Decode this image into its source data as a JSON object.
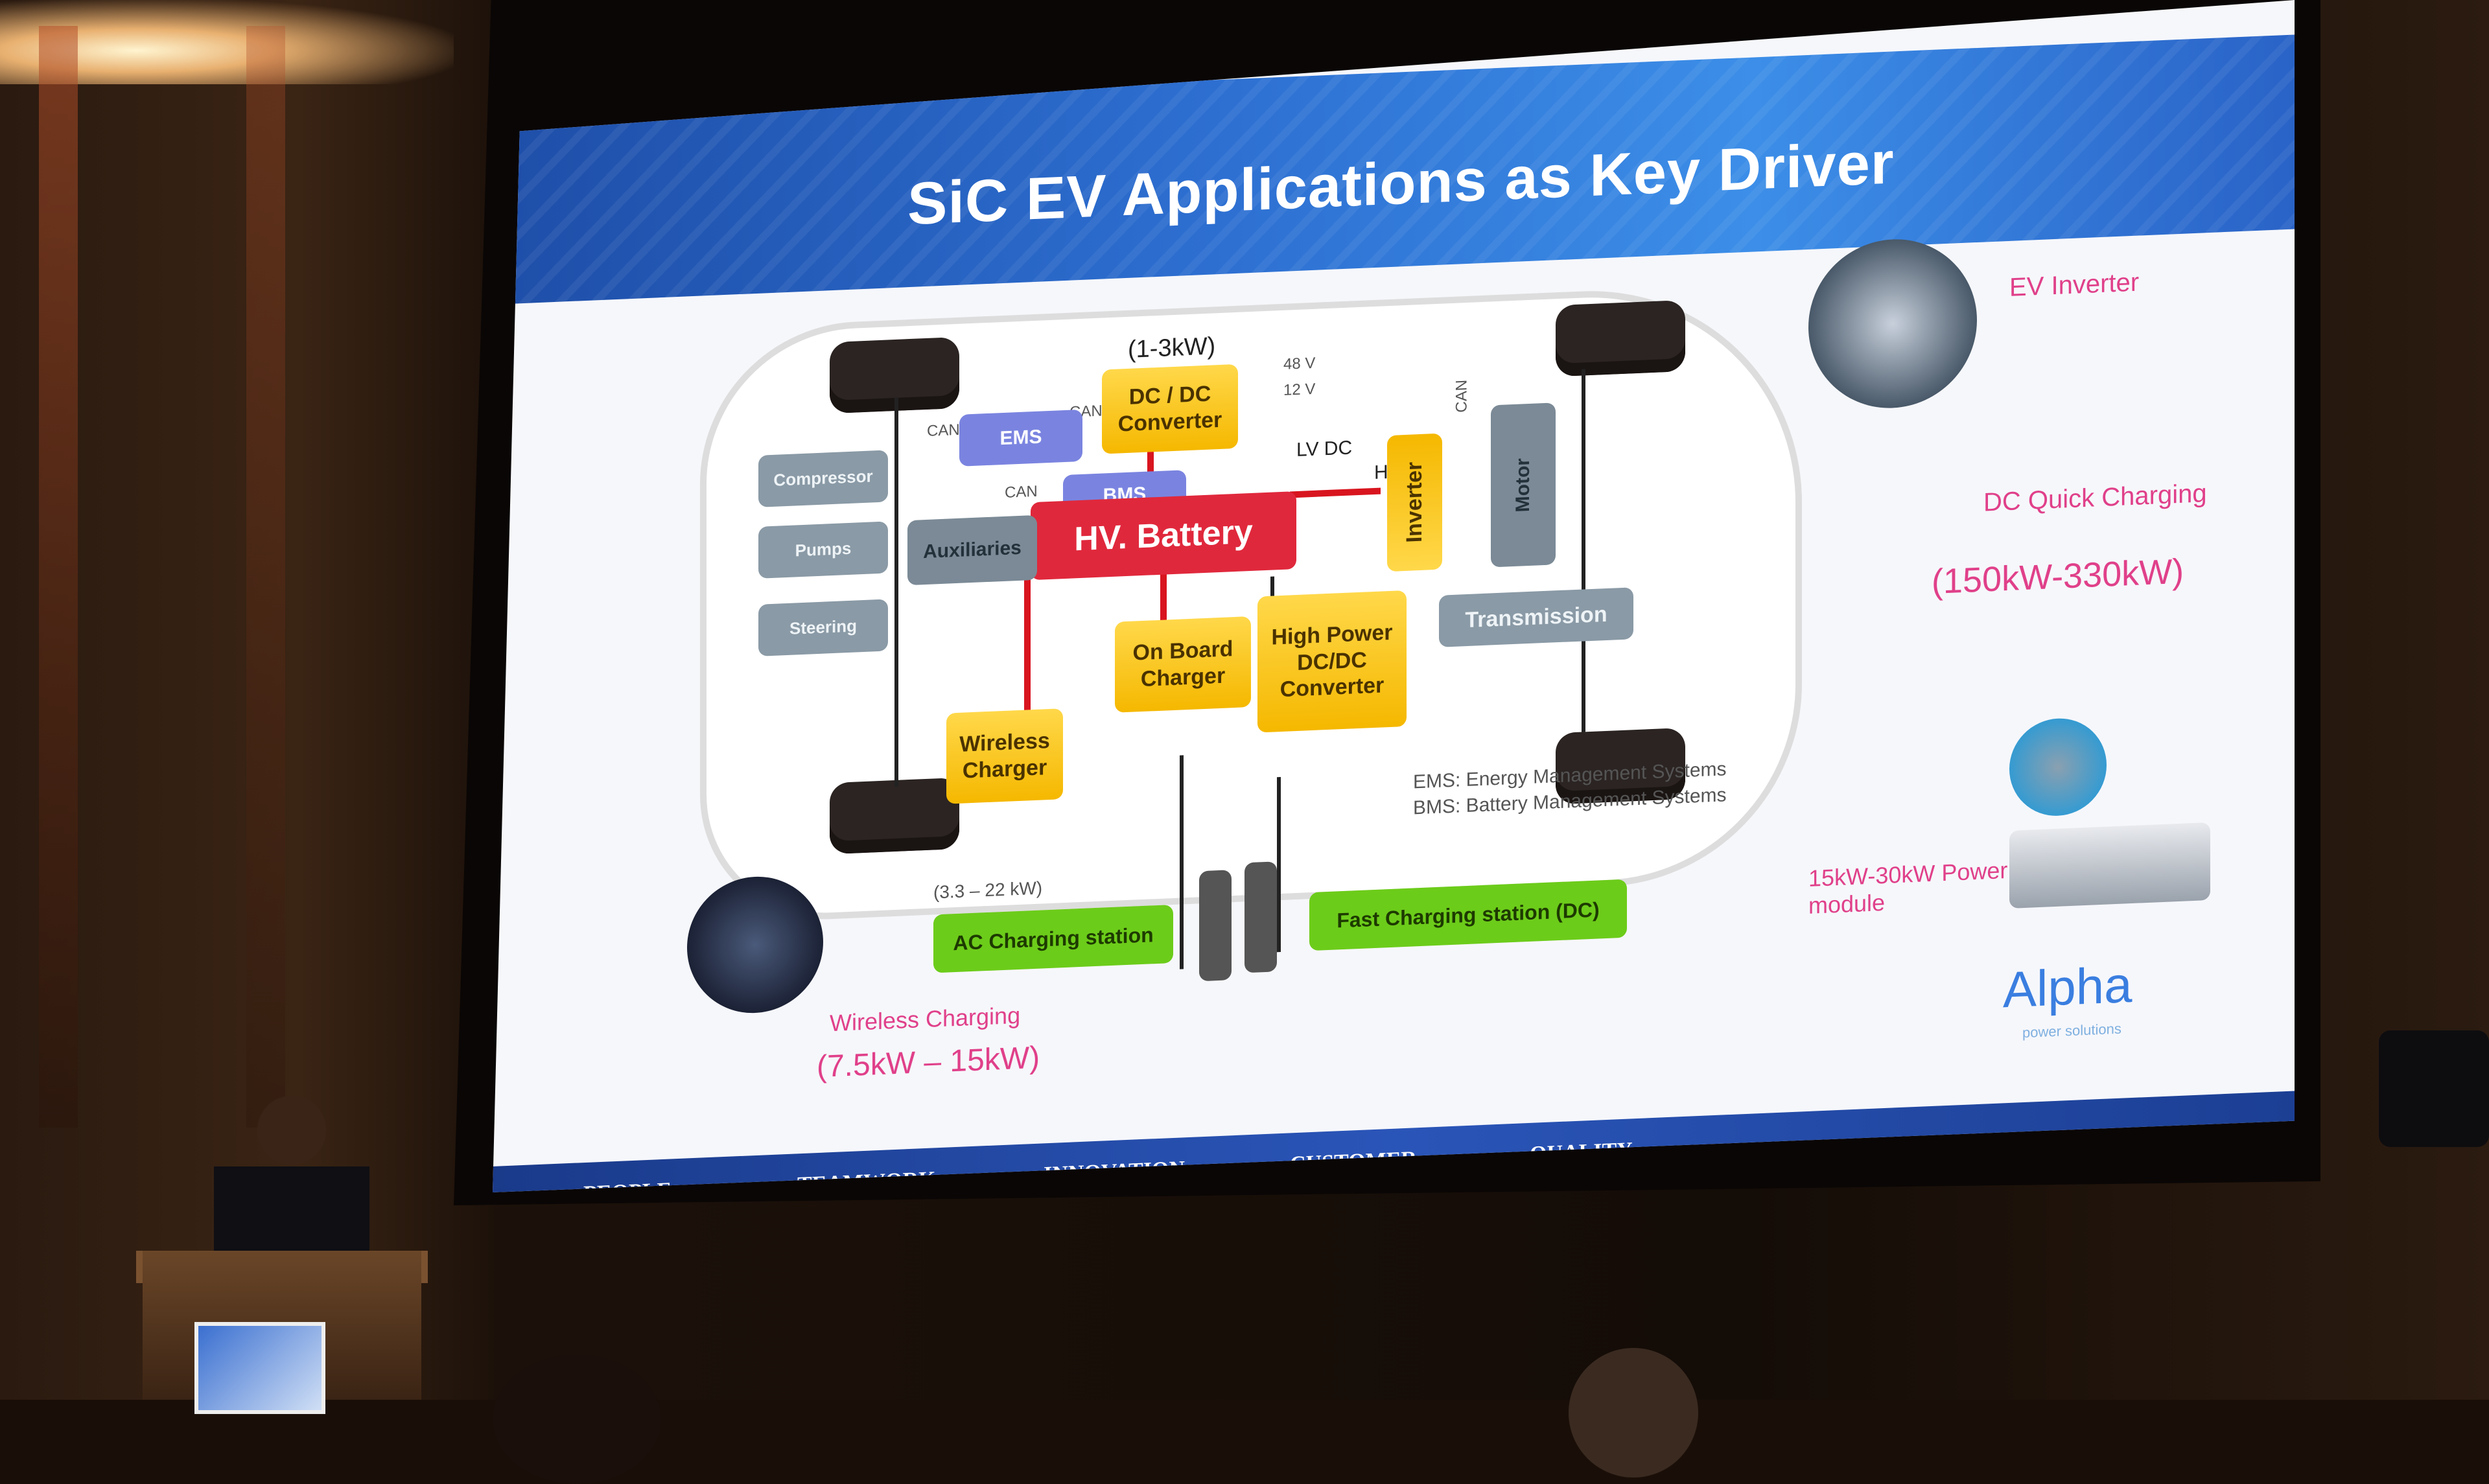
{
  "slide": {
    "title": "SiC EV Applications as Key Driver",
    "power_top": "(1-3kW)",
    "v48": "48 V",
    "v12": "12 V",
    "dcdc": "DC / DC Converter",
    "lv_dc": "LV DC",
    "hv_dc": "HV DC",
    "can1": "CAN",
    "can2": "CAN",
    "can3": "CAN",
    "can4": "CAN",
    "ems": "EMS",
    "bms": "BMS",
    "battery": "HV. Battery",
    "inverter": "Inverter",
    "motor": "Motor",
    "transmission": "Transmission",
    "compressor": "Compressor",
    "pumps": "Pumps",
    "steering": "Steering",
    "auxiliaries": "Auxiliaries",
    "onboard": "On Board Charger",
    "hp_dcdc": "High Power DC/DC Converter",
    "wireless_charger": "Wireless Charger",
    "ac_range": "(3.3 – 22 kW)",
    "ac_station": "AC Charging station",
    "fast_station": "Fast Charging station (DC)",
    "ems_def": "EMS: Energy Management Systems",
    "bms_def": "BMS: Battery Management Systems",
    "ev_inverter": "EV Inverter",
    "dc_quick": "DC Quick Charging",
    "dc_quick_range": "(150kW-330kW)",
    "power_module": "15kW-30kW Power module",
    "wireless_charging": "Wireless Charging",
    "wireless_range": "(7.5kW – 15kW)",
    "logo": "Alpha",
    "logo_sub": "power solutions"
  },
  "footer": [
    "PEOPLE",
    "TEAMWORK",
    "INNOVATION",
    "CUSTOMER",
    "QUALITY"
  ],
  "colors": {
    "banner": "#2d6fd1",
    "battery": "#e0283c",
    "component": "#f5b800",
    "station": "#6ccc1a",
    "accent_pink": "#e0408a"
  }
}
